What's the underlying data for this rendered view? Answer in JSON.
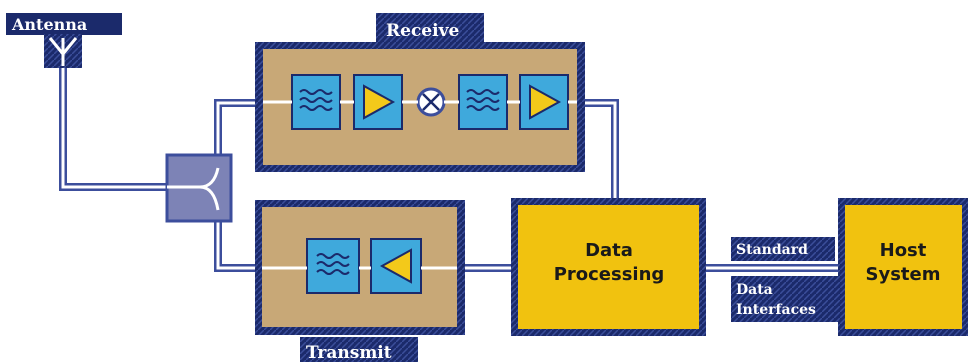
{
  "labels": {
    "antenna": "Antenna",
    "receive": "Receive",
    "transmit": "Transmit",
    "data_processing_line1": "Data",
    "data_processing_line2": "Processing",
    "host_line1": "Host",
    "host_line2": "System",
    "interface_line1": "Standard",
    "interface_line2": "Data",
    "interface_line3": "Interfaces"
  },
  "icons": {
    "antenna": "antenna-icon",
    "filter": "filter-icon",
    "amplifier": "amplifier-icon",
    "mixer": "mixer-icon",
    "duplexer": "duplexer-icon"
  },
  "colors": {
    "label_bg": "#1b2a6b",
    "chain_box": "#c8a877",
    "chain_border": "#1b2a6b",
    "component": "#3fa9dc",
    "amp_triangle": "#f3c91a",
    "data_box": "#f1c20f",
    "duplexer": "#7d83b6",
    "wire": "#3c4e9c"
  }
}
